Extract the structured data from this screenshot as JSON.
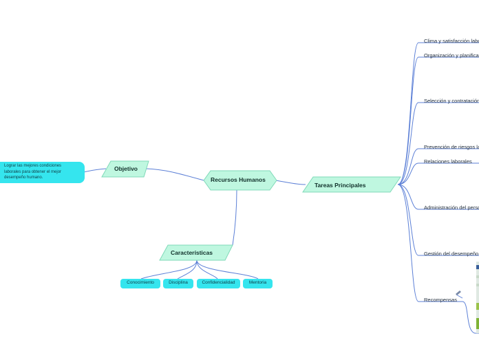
{
  "center": {
    "label": "Recursos Humanos"
  },
  "objetivo": {
    "label": "Objetivo",
    "note": "Lograr las mejores condiciones laborales para obtener el mejor desempeño humano."
  },
  "caracteristicas": {
    "label": "Características",
    "items": [
      "Conocimiento",
      "Disciplina",
      "Confidencialidad",
      "Mentoria"
    ]
  },
  "tareas": {
    "label": "Tareas Principales",
    "items": [
      "Clima y satisfacción laboral",
      "Organización y planificación",
      "Selección y contratación",
      "Prevención de riesgos laborales",
      "Relaciones laborales",
      "Administración del personal",
      "Gestión del desempeño",
      "Recompensas"
    ]
  },
  "colors": {
    "mint": "#bff7e0",
    "mint_border": "#7fd9b8",
    "cyan": "#35e5ee",
    "line": "#5b7fd6"
  }
}
